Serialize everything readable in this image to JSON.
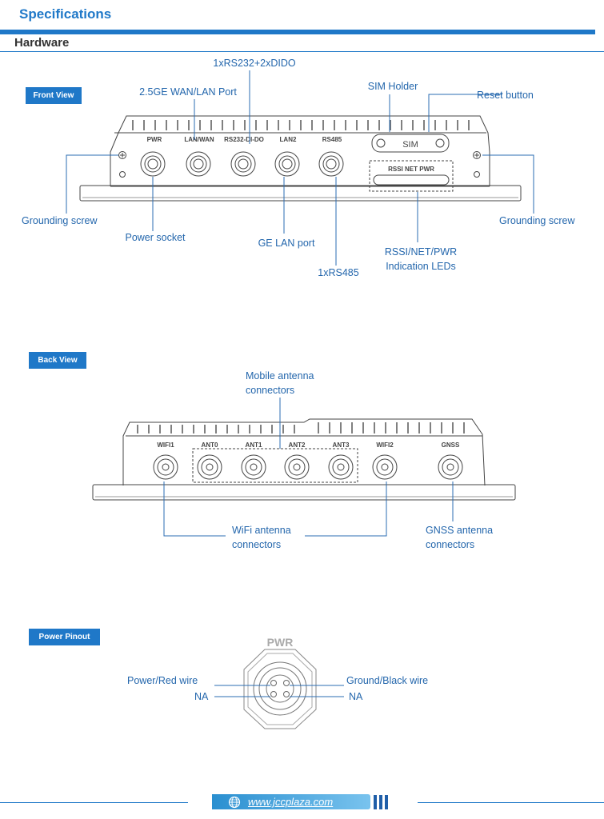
{
  "header": {
    "title": "Specifications",
    "section": "Hardware"
  },
  "front_view": {
    "tag": "Front View",
    "labels": {
      "serial_dido": "1xRS232+2xDIDO",
      "wan_lan": "2.5GE WAN/LAN Port",
      "sim_holder": "SIM Holder",
      "reset": "Reset button",
      "ground_left": "Grounding screw",
      "ground_right": "Grounding screw",
      "power_socket": "Power socket",
      "ge_lan": "GE LAN port",
      "rs485": "1xRS485",
      "leds": "RSSI/NET/PWR\nIndication LEDs"
    },
    "panel": {
      "ports": [
        "PWR",
        "LAN/WAN",
        "RS232-DI-DO",
        "LAN2",
        "RS485"
      ],
      "sim": "SIM",
      "led_label": "RSSI  NET  PWR"
    }
  },
  "back_view": {
    "tag": "Back View",
    "labels": {
      "mobile": "Mobile antenna\nconnectors",
      "wifi": "WiFi antenna\nconnectors",
      "gnss": "GNSS antenna\nconnectors"
    },
    "panel": {
      "connectors": [
        "WIFI1",
        "ANT0",
        "ANT1",
        "ANT2",
        "ANT3",
        "WIFI2",
        "GNSS"
      ]
    }
  },
  "power_pinout": {
    "tag": "Power Pinout",
    "connector_label": "PWR",
    "labels": {
      "power": "Power/Red wire",
      "ground": "Ground/Black wire",
      "na_left": "NA",
      "na_right": "NA"
    }
  },
  "footer": {
    "url": "www.jccplaza.com",
    "icon": "globe-icon"
  }
}
